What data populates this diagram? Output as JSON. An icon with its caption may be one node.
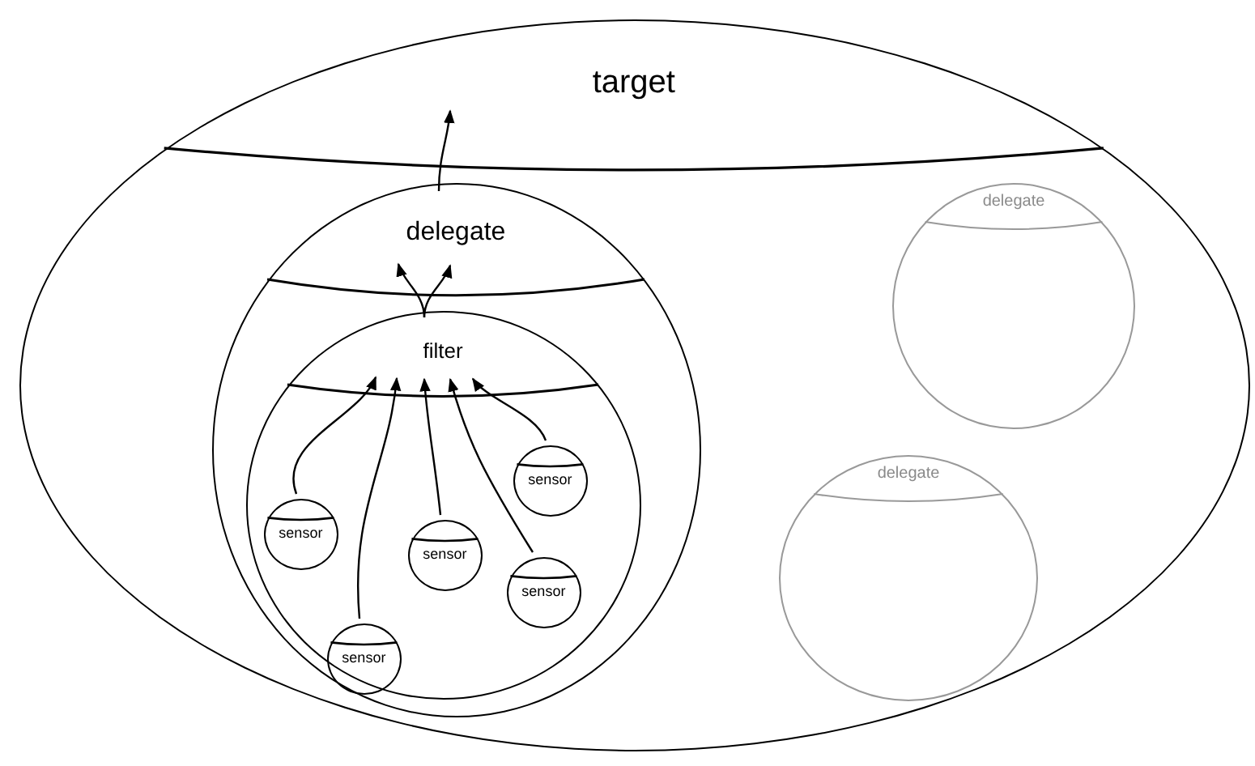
{
  "diagram": {
    "nodes": [
      {
        "text": [
          "target"
        ]
      },
      {
        "text": [
          "delegate"
        ],
        "in": 0
      },
      {
        "text": [
          "filter"
        ],
        "in": 1
      },
      {
        "text": [
          "sensor"
        ],
        "in": 2
      },
      {
        "text": [
          "sensor"
        ],
        "in": 2
      },
      {
        "text": [
          "sensor"
        ],
        "in": 2
      },
      {
        "text": [
          "sensor"
        ],
        "in": 2
      },
      {
        "text": [
          "sensor"
        ],
        "in": 2
      },
      {
        "text": [
          "delegate"
        ],
        "in": 0
      },
      {
        "text": [
          "delegate"
        ],
        "in": 0
      }
    ],
    "edges": [
      {
        "from": 3,
        "to": 2,
        "arrow": "to"
      },
      {
        "from": 4,
        "to": 2,
        "arrow": "to"
      },
      {
        "from": 5,
        "to": 2,
        "arrow": "to"
      },
      {
        "from": 6,
        "to": 2,
        "arrow": "to"
      },
      {
        "from": 7,
        "to": 2,
        "arrow": "to"
      },
      {
        "from": 2,
        "to": 1,
        "arrow": "to"
      },
      {
        "from": 2,
        "to": 1,
        "arrow": "to"
      },
      {
        "from": 1,
        "to": 0,
        "arrow": "to"
      }
    ]
  }
}
